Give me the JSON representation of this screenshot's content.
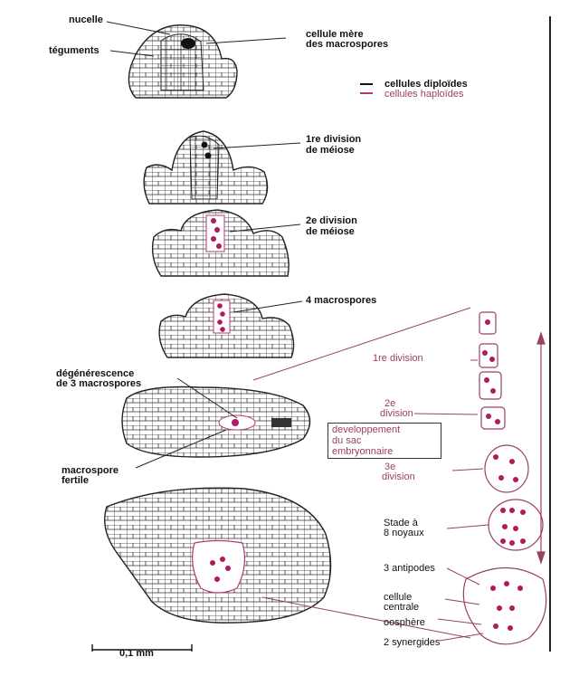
{
  "colors": {
    "ink": "#111111",
    "haploid": "#b8347a",
    "nucleus": "#b0195f",
    "frame": "#222222"
  },
  "labels": {
    "nucelle": "nucelle",
    "teguments": "téguments",
    "cellule_mere_1": "cellule mère",
    "cellule_mere_2": "des macrospores",
    "legend_diploid": "cellules diploïdes",
    "legend_haploid": "cellules haploïdes",
    "div1_a": "1re division",
    "div1_b": "de méiose",
    "div2_a": "2e division",
    "div2_b": "de méiose",
    "macrospores4": "4 macrospores",
    "degen_1": "dégénérescence",
    "degen_2": "de 3 macrospores",
    "fertile_1": "macrospore",
    "fertile_2": "fertile",
    "right_div1": "1re division",
    "right_div2_a": "2e",
    "right_div2_b": "division",
    "dev_1": "developpement",
    "dev_2": "du sac",
    "dev_3": "embryonnaire",
    "right_div3_a": "3e",
    "right_div3_b": "division",
    "stade_1": "Stade à",
    "stade_2": "8 noyaux",
    "antipodes": "3 antipodes",
    "centrale_1": "cellule",
    "centrale_2": "centrale",
    "oosphere": "oosphère",
    "synergides": "2 synergides",
    "scale": "0,1 mm"
  }
}
